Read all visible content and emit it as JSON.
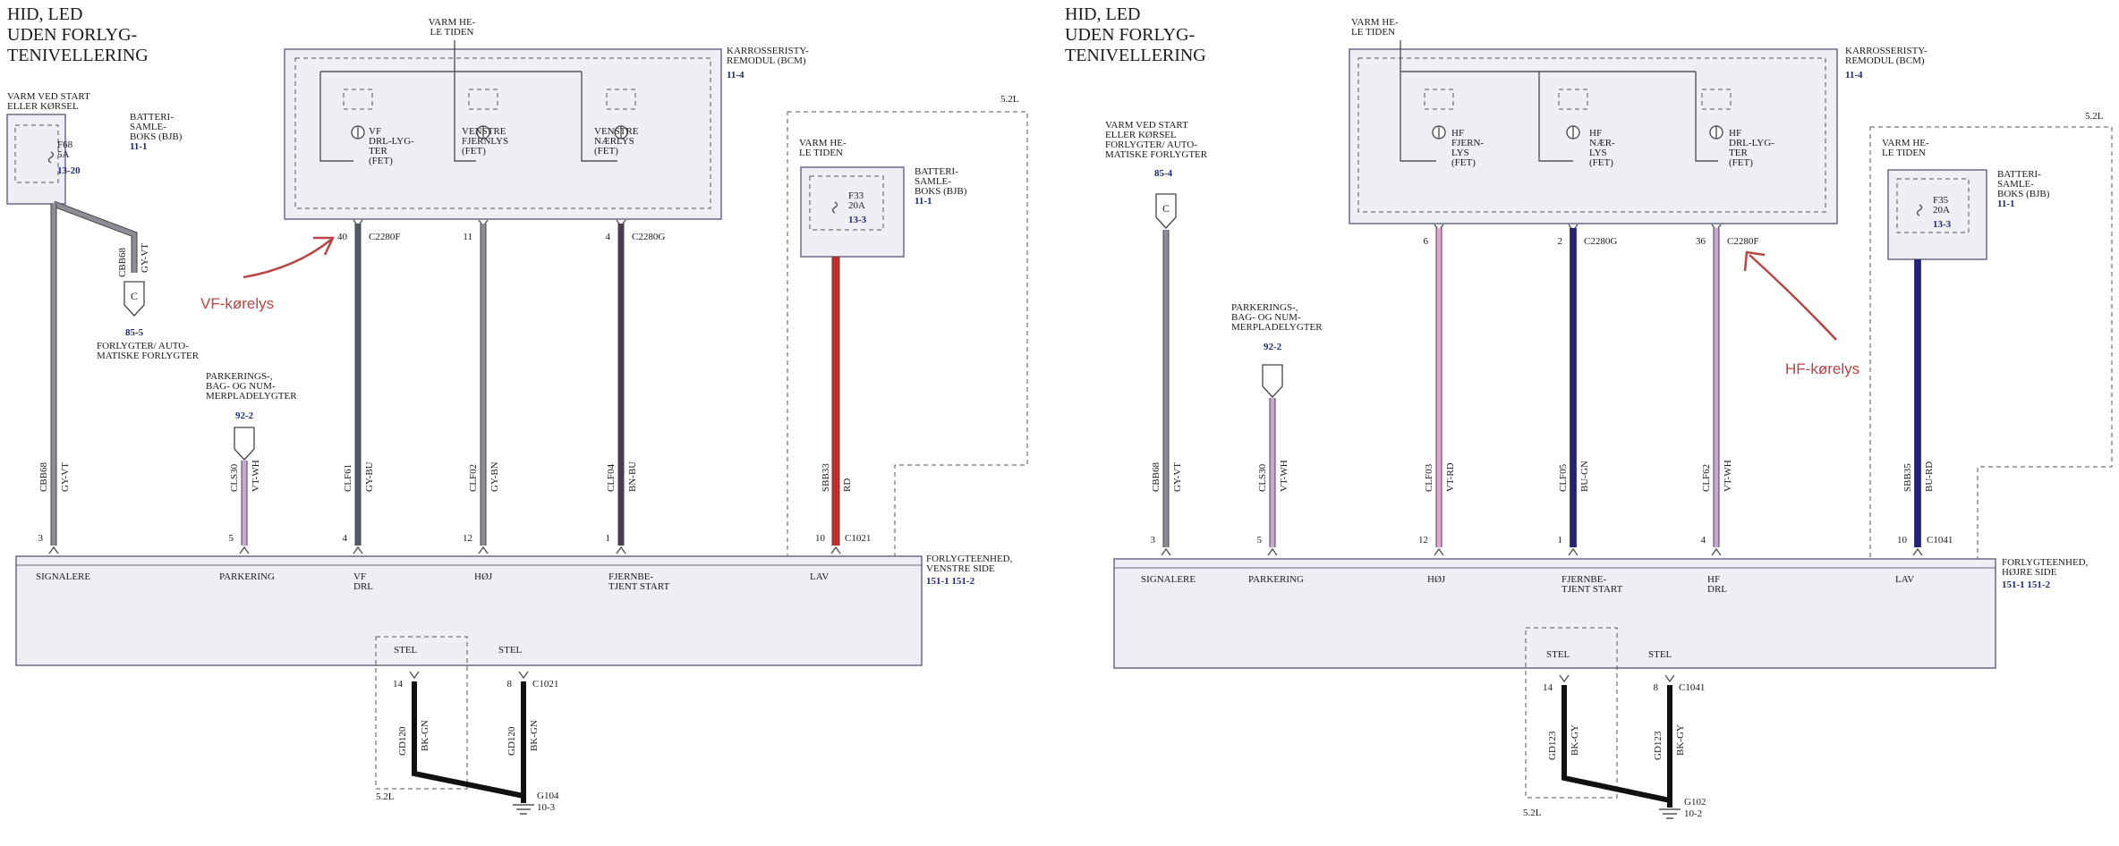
{
  "colors": {
    "gray_wire": "#8c8c96",
    "gray_dark": "#555b66",
    "red_wire": "#cc2b2b",
    "blue_wire": "#22227f",
    "pink_wire": "#e6a5d2",
    "violet_wire": "#c8a6d8",
    "purple_dark": "#4a3a52",
    "black_wire": "#111111",
    "annotation": "#b84444",
    "ref": "#1f2a7a"
  },
  "left": {
    "title": [
      "HID, LED",
      "UDEN FORLYG-",
      "TENIVELLERING"
    ],
    "bcm_top": [
      "VARM HE-",
      "LE TIDEN"
    ],
    "bcm_label": [
      "KARROSSERISTY-",
      "REMODUL (BCM)"
    ],
    "bcm_ref": "11-4",
    "fets": [
      {
        "label": [
          "VF",
          "DRL-LYG-",
          "TER",
          "(FET)"
        ],
        "pin": "40",
        "conn": "C2280F"
      },
      {
        "label": [
          "VENSTRE",
          "FJERNLYS",
          "(FET)"
        ],
        "pin": "11",
        "conn": ""
      },
      {
        "label": [
          "VENSTRE",
          "NÆRLYS",
          "(FET)"
        ],
        "pin": "4",
        "conn": "C2280G"
      }
    ],
    "fuse_box": {
      "top": [
        "VARM VED START",
        "ELLER KØRSEL"
      ],
      "fuse": [
        "F68",
        "5A"
      ],
      "fuse_ref": "13-20",
      "label": [
        "BATTERI-",
        "SAMLE-",
        "BOKS (BJB)"
      ],
      "ref": "11-1"
    },
    "fuse_box2": {
      "top": [
        "VARM HE-",
        "LE TIDEN"
      ],
      "fuse": [
        "F33",
        "20A"
      ],
      "fuse_ref": "13-3",
      "label": [
        "BATTERI-",
        "SAMLE-",
        "BOKS (BJB)"
      ],
      "ref": "11-1"
    },
    "side_wire": {
      "code": "CBB68",
      "color": "GY-VT"
    },
    "conn_c": {
      "letter": "C",
      "ref": "85-5",
      "label": [
        "FORLYGTER/ AUTO-",
        "MATISKE FORLYGTER"
      ]
    },
    "parking_conn": {
      "label": [
        "PARKERINGS-,",
        "BAG- OG NUM-",
        "MERPLADELYGTER"
      ],
      "ref": "92-2"
    },
    "engine_tag": "5.2L",
    "annotation": "VF-kørelys",
    "wires": [
      {
        "code": "CBB68",
        "color": "GY-VT",
        "pin": "3",
        "func": [
          "SIGNALERE"
        ]
      },
      {
        "code": "CLS30",
        "color": "VT-WH",
        "pin": "5",
        "func": [
          "PARKERING"
        ]
      },
      {
        "code": "CLF61",
        "color": "GY-BU",
        "pin": "4",
        "func": [
          "VF",
          "DRL"
        ]
      },
      {
        "code": "CLF02",
        "color": "GY-BN",
        "pin": "12",
        "func": [
          "HØJ"
        ]
      },
      {
        "code": "CLF04",
        "color": "BN-BU",
        "pin": "1",
        "func": [
          "FJERNBE-",
          "TJENT START"
        ]
      },
      {
        "code": "SBB33",
        "color": "RD",
        "pin": "10",
        "func": [
          "LAV"
        ],
        "conn": "C1021"
      }
    ],
    "unit": {
      "label": [
        "FORLYGTEENHED,",
        "VENSTRE SIDE"
      ],
      "refs": "151-1   151-2"
    },
    "ground": {
      "stel": "STEL",
      "pins": [
        "14",
        "8"
      ],
      "conn": "C1021",
      "codes": [
        "GD120",
        "GD120"
      ],
      "colors": [
        "BK-GN",
        "BK-GN"
      ],
      "gnd": "G104",
      "gnd_ref": "10-3",
      "engine": "5.2L"
    }
  },
  "right": {
    "title": [
      "HID, LED",
      "UDEN FORLYG-",
      "TENIVELLERING"
    ],
    "bcm_top": [
      "VARM HE-",
      "LE TIDEN"
    ],
    "bcm_label": [
      "KARROSSERISTY-",
      "REMODUL (BCM)"
    ],
    "bcm_ref": "11-4",
    "fets": [
      {
        "label": [
          "HF",
          "FJERN-",
          "LYS",
          "(FET)"
        ],
        "pin": "6",
        "conn": ""
      },
      {
        "label": [
          "HF",
          "NÆR-",
          "LYS",
          "(FET)"
        ],
        "pin": "2",
        "conn": "C2280G"
      },
      {
        "label": [
          "HF",
          "DRL-LYG-",
          "TER",
          "(FET)"
        ],
        "pin": "36",
        "conn": "C2280F"
      }
    ],
    "side_top": [
      "VARM VED START",
      "ELLER KØRSEL",
      "FORLYGTER/ AUTO-",
      "MATISKE FORLYGTER"
    ],
    "side_ref": "85-4",
    "conn_c": {
      "letter": "C"
    },
    "fuse_box2": {
      "top": [
        "VARM HE-",
        "LE TIDEN"
      ],
      "fuse": [
        "F35",
        "20A"
      ],
      "fuse_ref": "13-3",
      "label": [
        "BATTERI-",
        "SAMLE-",
        "BOKS (BJB)"
      ],
      "ref": "11-1"
    },
    "parking_conn": {
      "label": [
        "PARKERINGS-,",
        "BAG- OG NUM-",
        "MERPLADELYGTER"
      ],
      "ref": "92-2"
    },
    "engine_tag": "5.2L",
    "annotation": "HF-kørelys",
    "wires": [
      {
        "code": "CBB68",
        "color": "GY-VT",
        "pin": "3",
        "func": [
          "SIGNALERE"
        ]
      },
      {
        "code": "CLS30",
        "color": "VT-WH",
        "pin": "5",
        "func": [
          "PARKERING"
        ]
      },
      {
        "code": "CLF03",
        "color": "VT-RD",
        "pin": "12",
        "func": [
          "HØJ"
        ]
      },
      {
        "code": "CLF05",
        "color": "BU-GN",
        "pin": "1",
        "func": [
          "FJERNBE-",
          "TJENT START"
        ]
      },
      {
        "code": "CLF62",
        "color": "VT-WH",
        "pin": "4",
        "func": [
          "HF",
          "DRL"
        ]
      },
      {
        "code": "SBB35",
        "color": "BU-RD",
        "pin": "10",
        "func": [
          "LAV"
        ],
        "conn": "C1041"
      }
    ],
    "unit": {
      "label": [
        "FORLYGTEENHED,",
        "HØJRE SIDE"
      ],
      "refs": "151-1   151-2"
    },
    "ground": {
      "stel": "STEL",
      "pins": [
        "14",
        "8"
      ],
      "conn": "C1041",
      "codes": [
        "GD123",
        "GD123"
      ],
      "colors": [
        "BK-GY",
        "BK-GY"
      ],
      "gnd": "G102",
      "gnd_ref": "10-2",
      "engine": "5.2L"
    }
  }
}
